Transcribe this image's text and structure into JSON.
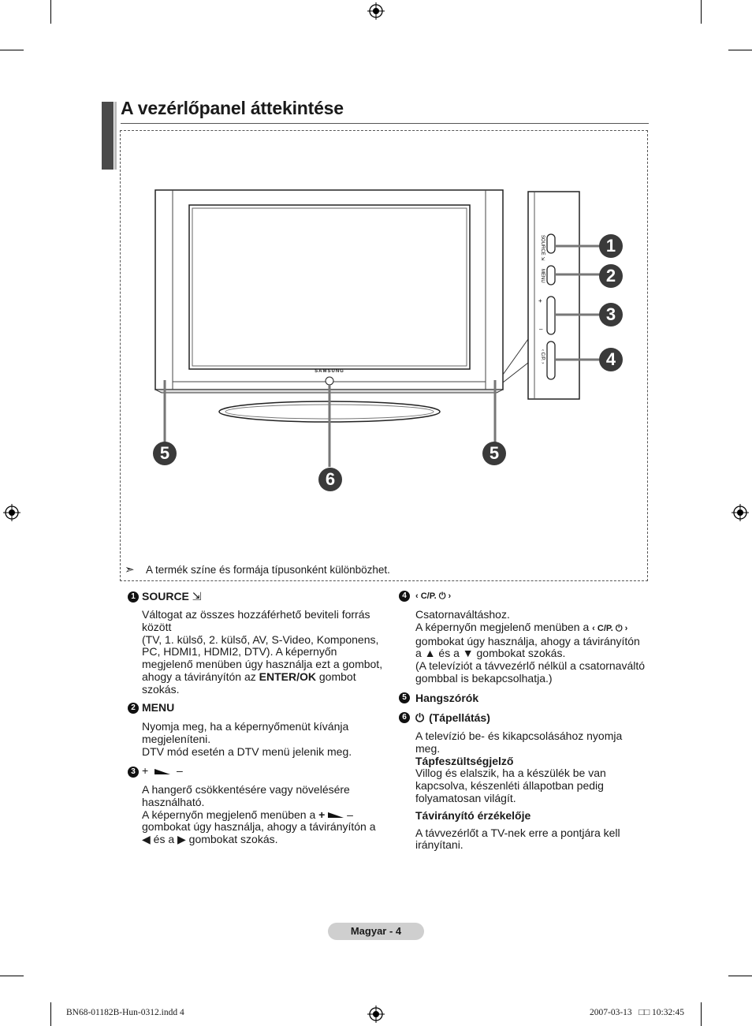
{
  "page": {
    "title": "A vezérlőpanel áttekintése",
    "note": "A termék színe és formája típusonként különbözhet.",
    "footer": "Magyar -  4",
    "slug_left": "BN68-01182B-Hun-0312.indd   4",
    "slug_right": "2007-03-13   \u0000\u0000 10:32:45"
  },
  "diagram": {
    "brand": "SAMSUNG",
    "callouts": [
      "1",
      "2",
      "3",
      "4",
      "5",
      "5",
      "6"
    ],
    "side_labels": [
      "SOURCE",
      "MENU",
      "C/P."
    ]
  },
  "items": {
    "i1": {
      "num": "1",
      "title": "SOURCE",
      "lines": [
        "Váltogat az összes hozzáférhető beviteli forrás",
        "között",
        "(TV, 1. külső, 2. külső, AV, S-Video, Komponens,",
        "PC, HDMI1, HDMI2, DTV). A képernyőn",
        "megjelenő menüben úgy használja ezt  a gombot,"
      ],
      "l6a": "ahogy a távirányítón az ",
      "l6b": "ENTER/OK",
      "l6c": " gombot",
      "l7": "szokás."
    },
    "i2": {
      "num": "2",
      "title": "MENU",
      "lines": [
        "Nyomja meg, ha a képernyőmenüt kívánja",
        "megjeleníteni.",
        "DTV mód esetén a DTV menü jelenik meg."
      ]
    },
    "i3": {
      "num": "3",
      "plus": "+",
      "minus": "–",
      "lines": [
        "A hangerő csökkentésére vagy növelésére",
        "használható."
      ],
      "l3": "A képernyőn megjelenő menüben a",
      "l4": "gombokat úgy használja, ahogy a távirányítón a",
      "l5": "◀ és a ▶ gombokat szokás."
    },
    "i4": {
      "num": "4",
      "title": "‹ C/P. ⏻ ›",
      "lines": [
        "Csatornaváltáshoz."
      ],
      "l2a": "A képernyőn megjelenő menüben a ",
      "l2b": "‹ C/P. ⏻ ›",
      "rest": [
        "gombokat úgy használja, ahogy a távirányítón",
        "a ▲ és a ▼ gombokat szokás.",
        "(A televíziót a távvezérlő nélkül a csatornaváltó",
        "gombbal is bekapcsolhatja.)"
      ]
    },
    "i5": {
      "num": "5",
      "title": "Hangszórók"
    },
    "i6": {
      "num": "6",
      "title": "(Tápellátás)",
      "lines": [
        "A televízió be- és kikapcsolásához nyomja",
        "meg."
      ],
      "sub1": "Tápfeszültségjelző",
      "sub1_lines": [
        "Villog és elalszik, ha a készülék be van",
        "kapcsolva, készenléti állapotban pedig",
        "folyamatosan világít."
      ],
      "sub2": "Távirányító érzékelője",
      "sub2_lines": [
        "A távvezérlőt a TV-nek erre a pontjára kell",
        "irányítani."
      ]
    }
  }
}
